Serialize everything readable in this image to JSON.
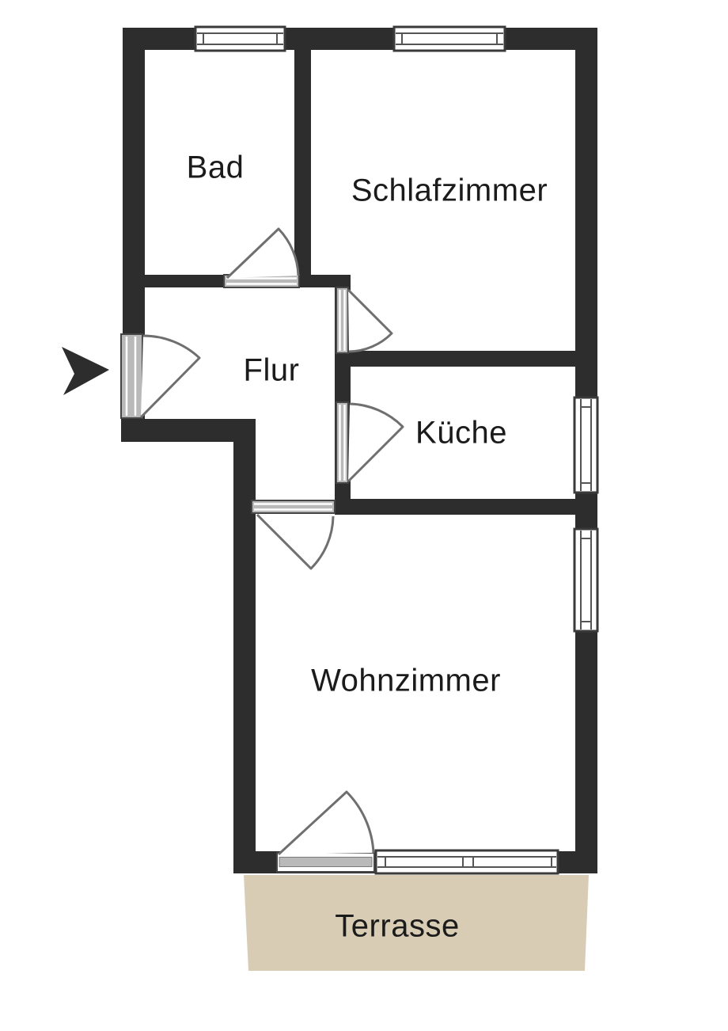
{
  "plan": {
    "rooms": {
      "bad": {
        "label": "Bad"
      },
      "schlafzimmer": {
        "label": "Schlafzimmer"
      },
      "flur": {
        "label": "Flur"
      },
      "kueche": {
        "label": "Küche"
      },
      "wohnzimmer": {
        "label": "Wohnzimmer"
      },
      "terrasse": {
        "label": "Terrasse"
      }
    },
    "icons": {
      "entrance_arrow": "arrow-right-entrance-marker"
    },
    "colors": {
      "wall": "#2d2d2d",
      "terrace": "#d8ccb5",
      "door_swing": "#6f6f6f",
      "door_panel": "#b9b9b9",
      "window_frame": "#3a3a3a",
      "label_text": "#1b1b1b",
      "background": "#ffffff"
    }
  }
}
